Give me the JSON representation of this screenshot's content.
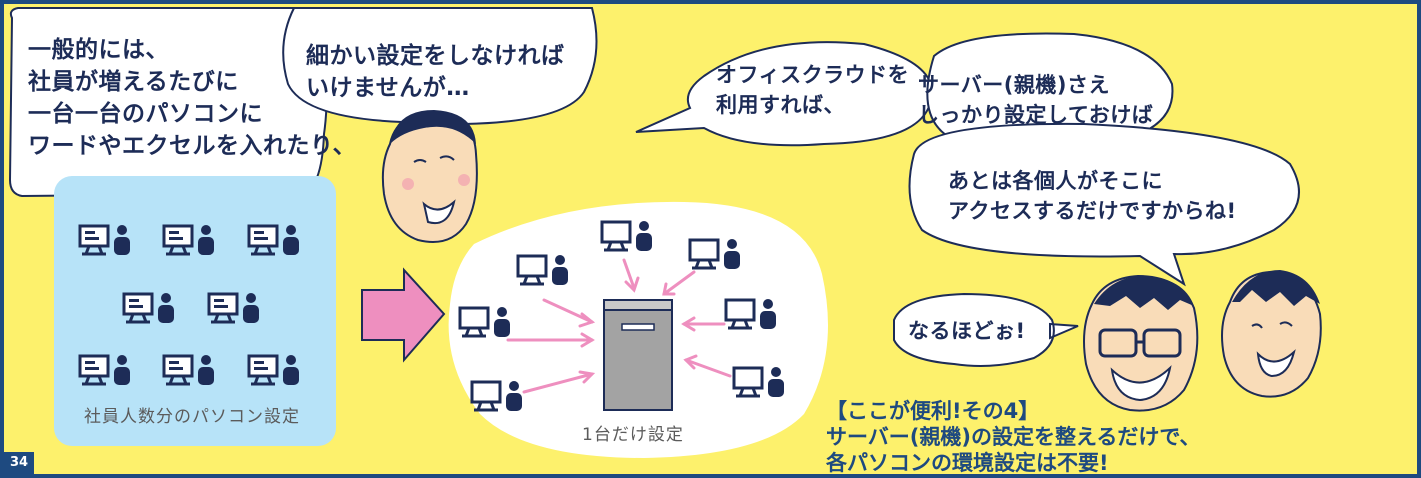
{
  "panel": {
    "page_number": "34",
    "bubble_left": {
      "lines": [
        "一般的には、",
        "社員が増えるたびに",
        "一台一台のパソコンに",
        "ワードやエクセルを入れたり、"
      ]
    },
    "bubble_top": {
      "lines": [
        "細かい設定をしなければ",
        "いけませんが…"
      ]
    },
    "bubble_cloud": {
      "lines": [
        "オフィスクラウドを",
        "利用すれば、"
      ]
    },
    "bubble_server": {
      "lines": [
        "サーバー(親機)さえ",
        "しっかり設定しておけば"
      ]
    },
    "bubble_access": {
      "lines": [
        "あとは各個人がそこに",
        "アクセスするだけですからね!"
      ]
    },
    "bubble_naruhodo": {
      "text": "なるほどぉ!"
    },
    "label_left": "社員人数分のパソコン設定",
    "label_right": "1台だけ設定",
    "caption": {
      "lines": [
        "【ここが便利!その4】",
        "サーバー(親機)の設定を整えるだけで、",
        "各パソコンの環境設定は不要!"
      ]
    },
    "colors": {
      "background": "#fdf16c",
      "border": "#1e4a80",
      "text": "#1d2c57",
      "blue_box": "#b7e3f8",
      "arrow_pink": "#ee8fbf",
      "server": "#a3a3a3"
    }
  }
}
